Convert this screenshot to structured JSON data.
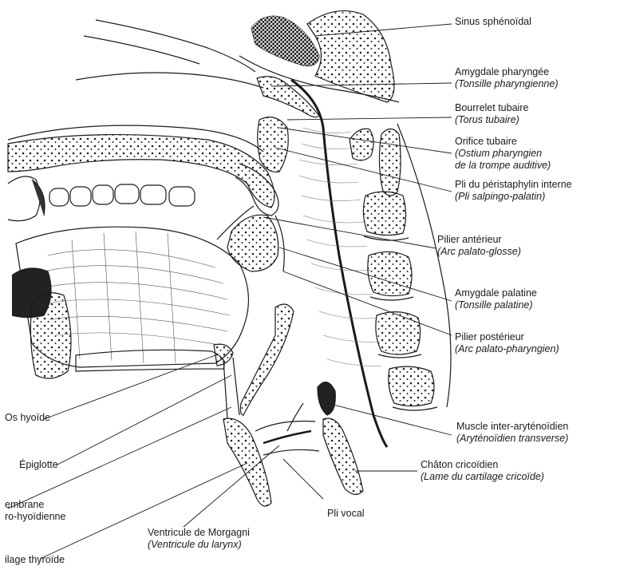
{
  "labels": {
    "sinus_sphenoidal": {
      "main": "Sinus sphénoïdal"
    },
    "amygdale_pharyngee": {
      "main": "Amygdale pharyngée",
      "alt": "(Tonsille pharyngienne)"
    },
    "bourrelet_tubaire": {
      "main": "Bourrelet tubaire",
      "alt": "(Torus tubaire)"
    },
    "orifice_tubaire": {
      "main": "Orifice tubaire",
      "alt": "(Ostium pharyngien",
      "alt2": "de la trompe auditive)"
    },
    "pli_peristaphylin": {
      "main": "Pli du péristaphylin interne",
      "alt": "(Pli salpingo-palatin)"
    },
    "pilier_anterieur": {
      "main": "Pilier antérieur",
      "alt": "(Arc palato-glosse)"
    },
    "amygdale_palatine": {
      "main": "Amygdale palatine",
      "alt": "(Tonsille palatine)"
    },
    "pilier_posterieur": {
      "main": "Pilier postérieur",
      "alt": "(Arc palato-pharyngien)"
    },
    "muscle_inter_arytenoidien": {
      "main": "Muscle inter-aryténoïdien",
      "alt": "(Aryténoïdien transverse)"
    },
    "chaton_cricoidien": {
      "main": "Châton cricoïdien",
      "alt": "(Lame du cartilage cricoïde)"
    },
    "pli_vocal": {
      "main": "Pli vocal"
    },
    "ventricule_morgagni": {
      "main": "Ventricule de Morgagni",
      "alt": "(Ventricule du larynx)"
    },
    "os_hyoide": {
      "main": "Os hyoïde"
    },
    "epiglotte": {
      "main": "Épiglotte"
    },
    "membrane_thyro_hyoidienne": {
      "main": "embrane",
      "alt": "ro-hyoïdienne"
    },
    "cartilage_thyroide": {
      "main": "ilage thyroïde"
    }
  }
}
